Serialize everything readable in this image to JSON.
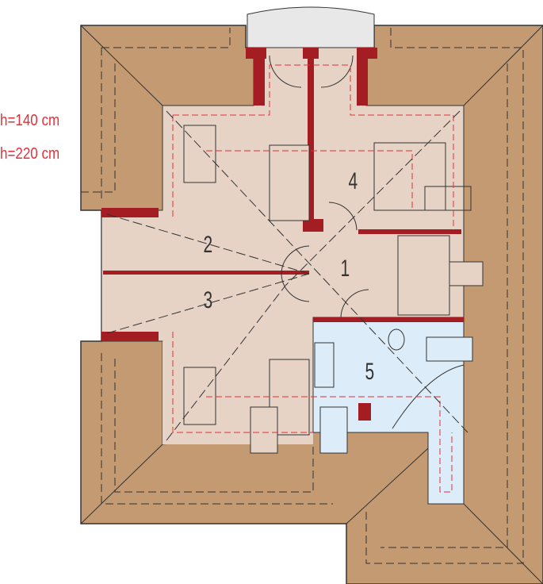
{
  "heights": {
    "low": "h=140 cm",
    "high": "h=220 cm"
  },
  "rooms": {
    "r1": "1",
    "r2": "2",
    "r3": "3",
    "r4": "4",
    "r5": "5"
  },
  "colors": {
    "roof": "#c39a72",
    "floor": "#e6d3c6",
    "bath": "#dcecf8",
    "wall": "#a31d22",
    "dash": "#e2313a"
  }
}
